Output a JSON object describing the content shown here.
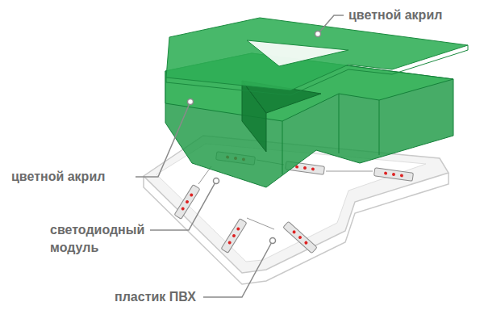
{
  "diagram": {
    "labels": [
      "цветной акрил",
      "цветной акрил",
      "светодиодный модуль",
      "пластик ПВХ"
    ]
  }
}
